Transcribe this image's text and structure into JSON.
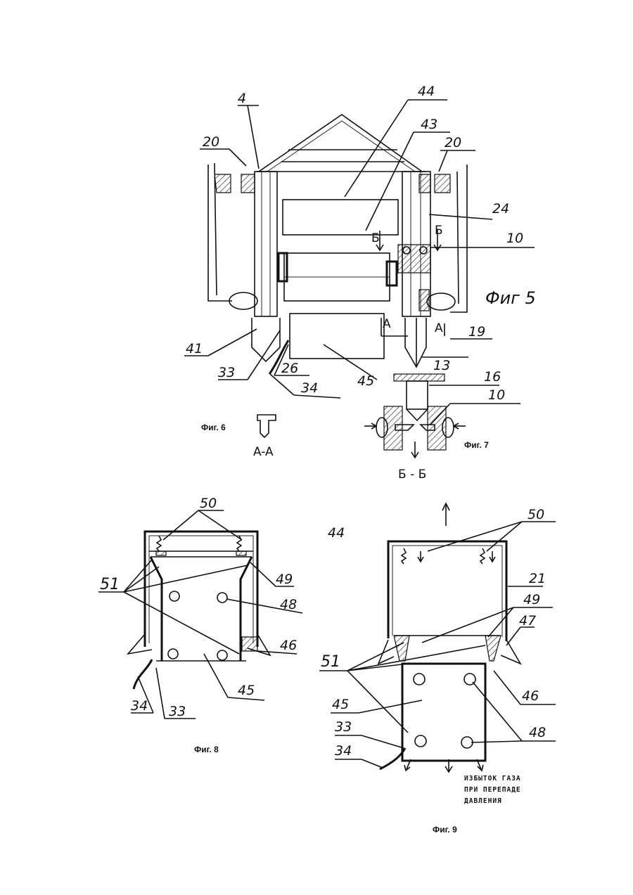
{
  "figures": {
    "fig5": {
      "caption": "Фиг 5"
    },
    "fig6": {
      "caption": "Фиг. 6",
      "section": "A-A"
    },
    "fig7": {
      "caption": "Фиг. 7",
      "section": "Б - Б"
    },
    "fig8": {
      "caption": "Фиг. 8"
    },
    "fig9": {
      "caption": "Фиг. 9",
      "note_lines": [
        "ИЗБЫТОК ГАЗА",
        "ПРИ ПЕРЕПАДЕ",
        "ДАВЛЕНИЯ"
      ]
    }
  },
  "labels": {
    "fig5": [
      "4",
      "20",
      "44",
      "43",
      "20",
      "24",
      "10",
      "19",
      "13",
      "41",
      "33",
      "26",
      "34",
      "45",
      "Б",
      "Б",
      "А",
      "А"
    ],
    "fig7": [
      "16",
      "10"
    ],
    "fig8": [
      "50",
      "51",
      "49",
      "48",
      "46",
      "34",
      "33",
      "45"
    ],
    "fig9": [
      "50",
      "44",
      "21",
      "49",
      "47",
      "51",
      "46",
      "45",
      "48",
      "33",
      "34"
    ]
  }
}
